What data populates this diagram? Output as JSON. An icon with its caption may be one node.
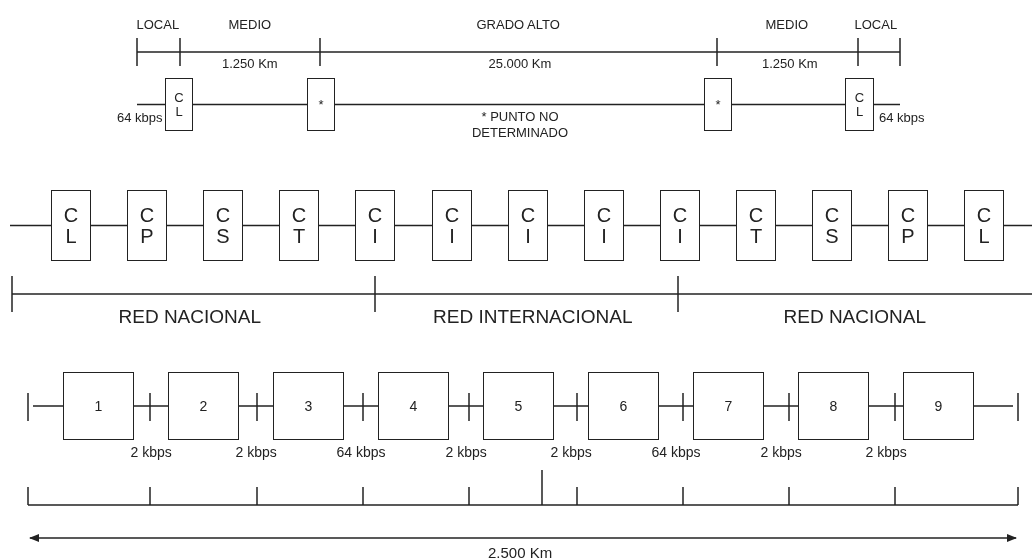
{
  "diagram": {
    "nodes": [
      {
        "text": [
          "C L"
        ],
        "beside": [
          "64 kbps"
        ]
      },
      {
        "text": [
          "*"
        ]
      },
      {
        "text": [
          "*"
        ]
      },
      {
        "text": [
          "C L"
        ],
        "beside": [
          "64 kbps"
        ]
      },
      {
        "text": [
          "C L"
        ]
      },
      {
        "text": [
          "C P"
        ]
      },
      {
        "text": [
          "C S"
        ]
      },
      {
        "text": [
          "C T"
        ]
      },
      {
        "text": [
          "C I"
        ]
      },
      {
        "text": [
          "C I"
        ]
      },
      {
        "text": [
          "C I"
        ]
      },
      {
        "text": [
          "C I"
        ]
      },
      {
        "text": [
          "C I"
        ]
      },
      {
        "text": [
          "C T"
        ]
      },
      {
        "text": [
          "C S"
        ]
      },
      {
        "text": [
          "C P"
        ]
      },
      {
        "text": [
          "C L"
        ]
      },
      {
        "text": [
          "1"
        ]
      },
      {
        "text": [
          "2"
        ]
      },
      {
        "text": [
          "3"
        ]
      },
      {
        "text": [
          "4"
        ]
      },
      {
        "text": [
          "5"
        ]
      },
      {
        "text": [
          "6"
        ]
      },
      {
        "text": [
          "7"
        ]
      },
      {
        "text": [
          "8"
        ]
      },
      {
        "text": [
          "9"
        ]
      }
    ],
    "edges": [
      {
        "from": null,
        "to": 0,
        "arrow": "none"
      },
      {
        "from": 0,
        "to": 1,
        "arrow": "none"
      },
      {
        "from": 1,
        "to": 2,
        "arrow": "none"
      },
      {
        "from": 2,
        "to": 3,
        "arrow": "none"
      },
      {
        "from": 3,
        "to": null,
        "arrow": "none"
      },
      {
        "from": null,
        "to": 4,
        "arrow": "none"
      },
      {
        "from": 4,
        "to": 5,
        "arrow": "none"
      },
      {
        "from": 5,
        "to": 6,
        "arrow": "none"
      },
      {
        "from": 6,
        "to": 7,
        "arrow": "none"
      },
      {
        "from": 7,
        "to": 8,
        "arrow": "none"
      },
      {
        "from": 8,
        "to": 9,
        "arrow": "none"
      },
      {
        "from": 9,
        "to": 10,
        "arrow": "none"
      },
      {
        "from": 10,
        "to": 11,
        "arrow": "none"
      },
      {
        "from": 11,
        "to": 12,
        "arrow": "none"
      },
      {
        "from": 12,
        "to": 13,
        "arrow": "none"
      },
      {
        "from": 13,
        "to": 14,
        "arrow": "none"
      },
      {
        "from": 14,
        "to": 15,
        "arrow": "none"
      },
      {
        "from": 15,
        "to": 16,
        "arrow": "none"
      },
      {
        "from": 16,
        "to": null,
        "arrow": "none"
      },
      {
        "from": null,
        "to": 17,
        "arrow": "none"
      },
      {
        "from": 17,
        "to": 18,
        "arrow": "none",
        "label": "2 kbps"
      },
      {
        "from": 18,
        "to": 19,
        "arrow": "none",
        "label": "2 kbps"
      },
      {
        "from": 19,
        "to": 20,
        "arrow": "none",
        "label": "64 kbps"
      },
      {
        "from": 20,
        "to": 21,
        "arrow": "none",
        "label": "2 kbps"
      },
      {
        "from": 21,
        "to": 22,
        "arrow": "none",
        "label": "2 kbps"
      },
      {
        "from": 22,
        "to": 23,
        "arrow": "none",
        "label": "64 kbps"
      },
      {
        "from": 23,
        "to": 24,
        "arrow": "none",
        "label": "2 kbps"
      },
      {
        "from": 24,
        "to": 25,
        "arrow": "none",
        "label": "2 kbps"
      },
      {
        "from": 25,
        "to": null,
        "arrow": "none"
      }
    ],
    "labels": [
      "LOCAL",
      "MEDIO",
      "GRADO ALTO",
      "MEDIO",
      "LOCAL",
      "1.250 Km",
      "25.000 Km",
      "1.250 Km",
      "* PUNTO NO DETERMINADO",
      "RED NACIONAL",
      "RED INTERNACIONAL",
      "RED NACIONAL",
      "2.500 Km"
    ]
  }
}
